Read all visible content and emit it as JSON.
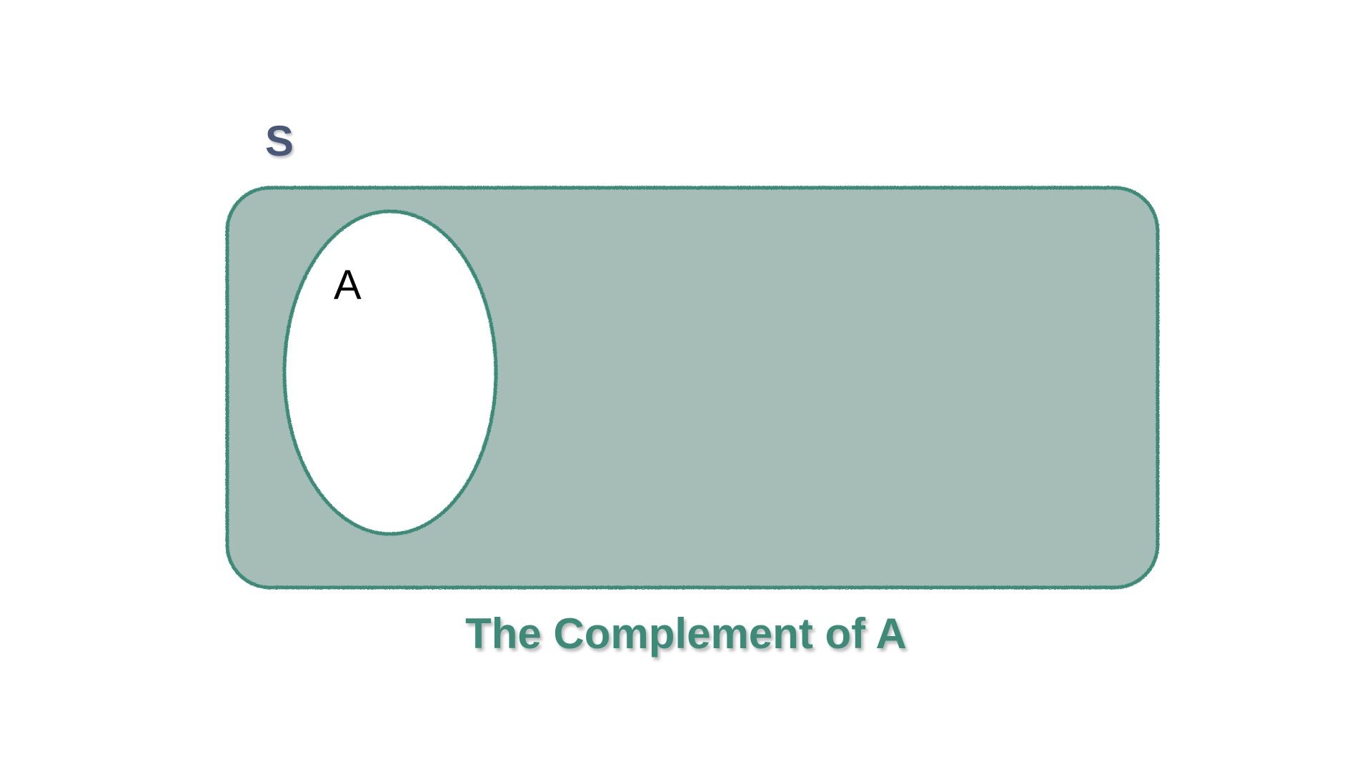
{
  "diagram": {
    "universe_label": "S",
    "set_label": "A",
    "caption": "The Complement of A",
    "colors": {
      "universe_fill": "#a5bdb6",
      "outline": "#3e8a78",
      "set_fill": "#ffffff",
      "universe_label": "#4a5878",
      "set_label": "#000000",
      "caption": "#3e8a78"
    },
    "shaded_region": "complement-of-A"
  }
}
